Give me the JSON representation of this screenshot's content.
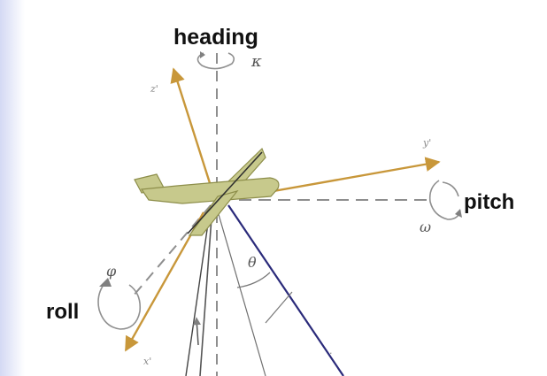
{
  "diagram": {
    "labels": {
      "heading": "heading",
      "pitch": "pitch",
      "roll": "roll"
    },
    "greek": {
      "kappa": "κ",
      "omega": "ω",
      "phi": "φ",
      "theta": "θ"
    },
    "axes": {
      "z": "z'",
      "y": "y'",
      "x": "x'",
      "dot": "."
    },
    "colors": {
      "axis_orange": "#c8973a",
      "plane_fill": "#c7c98c",
      "plane_stroke": "#8d8e4a",
      "dashed_gray": "#8e8e8e",
      "rotation_gray": "#909090",
      "ray_navy": "#2a2a7a",
      "ray_dark": "#444444",
      "left_band": "#dde1f6"
    }
  }
}
